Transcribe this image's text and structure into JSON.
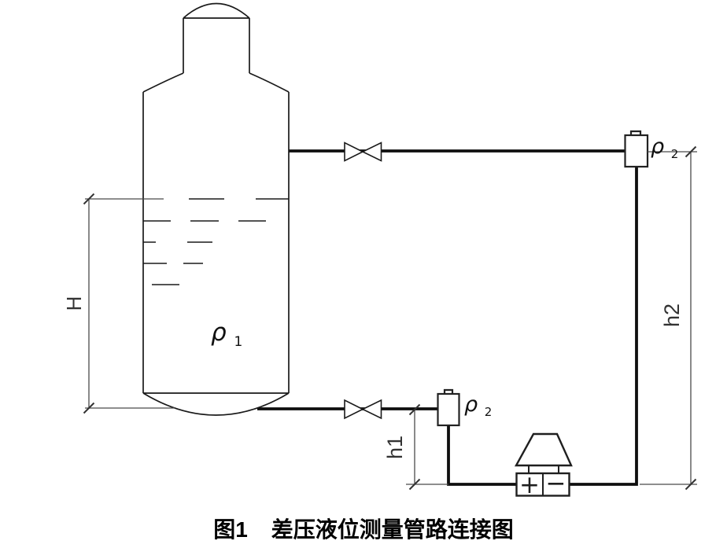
{
  "figure": {
    "caption_number": "图1",
    "caption_title": "差压液位测量管路连接图"
  },
  "labels": {
    "vessel_density": {
      "symbol": "ρ",
      "subscript": "1"
    },
    "pot_top_density": {
      "symbol": "ρ",
      "subscript": "2"
    },
    "pot_bottom_density": {
      "symbol": "ρ",
      "subscript": "2"
    },
    "dim_height": "H",
    "dim_h1": "h1",
    "dim_h2": "h2"
  },
  "transmitter": {
    "plus": "+",
    "minus": "−"
  },
  "colors": {
    "line": "#1a1a1a",
    "pipe": "#0f0f0f",
    "dimension": "#4a4a4a",
    "background": "#ffffff"
  }
}
